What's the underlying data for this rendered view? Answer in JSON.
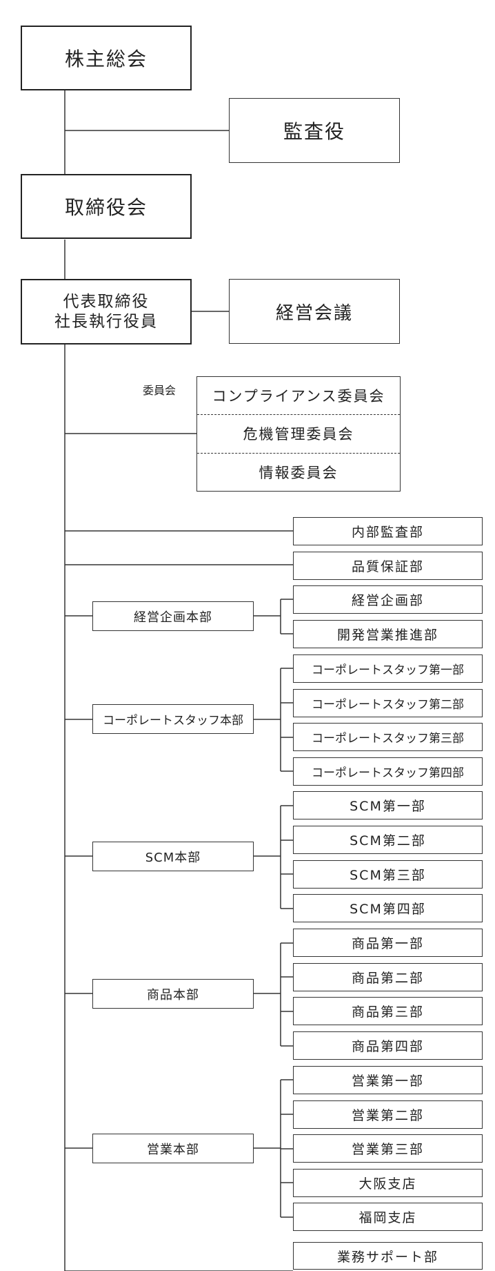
{
  "top": {
    "shareholders": "株主総会",
    "auditor": "監査役",
    "board": "取締役会",
    "president_line1": "代表取締役",
    "president_line2": "社長執行役員",
    "mgmt_meeting": "経営会議"
  },
  "committees": {
    "label": "委員会",
    "items": [
      "コンプライアンス委員会",
      "危機管理委員会",
      "情報委員会"
    ]
  },
  "direct": {
    "internal_audit": "内部監査部",
    "quality": "品質保証部",
    "biz_support": "業務サポート部"
  },
  "divisions": [
    {
      "name": "経営企画本部",
      "depts": [
        "経営企画部",
        "開発営業推進部"
      ]
    },
    {
      "name": "コーポレートスタッフ本部",
      "depts": [
        "コーポレートスタッフ第一部",
        "コーポレートスタッフ第二部",
        "コーポレートスタッフ第三部",
        "コーポレートスタッフ第四部"
      ]
    },
    {
      "name": "SCM本部",
      "depts": [
        "SCM第一部",
        "SCM第二部",
        "SCM第三部",
        "SCM第四部"
      ]
    },
    {
      "name": "商品本部",
      "depts": [
        "商品第一部",
        "商品第二部",
        "商品第三部",
        "商品第四部"
      ]
    },
    {
      "name": "営業本部",
      "depts": [
        "営業第一部",
        "営業第二部",
        "営業第三部",
        "大阪支店",
        "福岡支店"
      ]
    }
  ]
}
